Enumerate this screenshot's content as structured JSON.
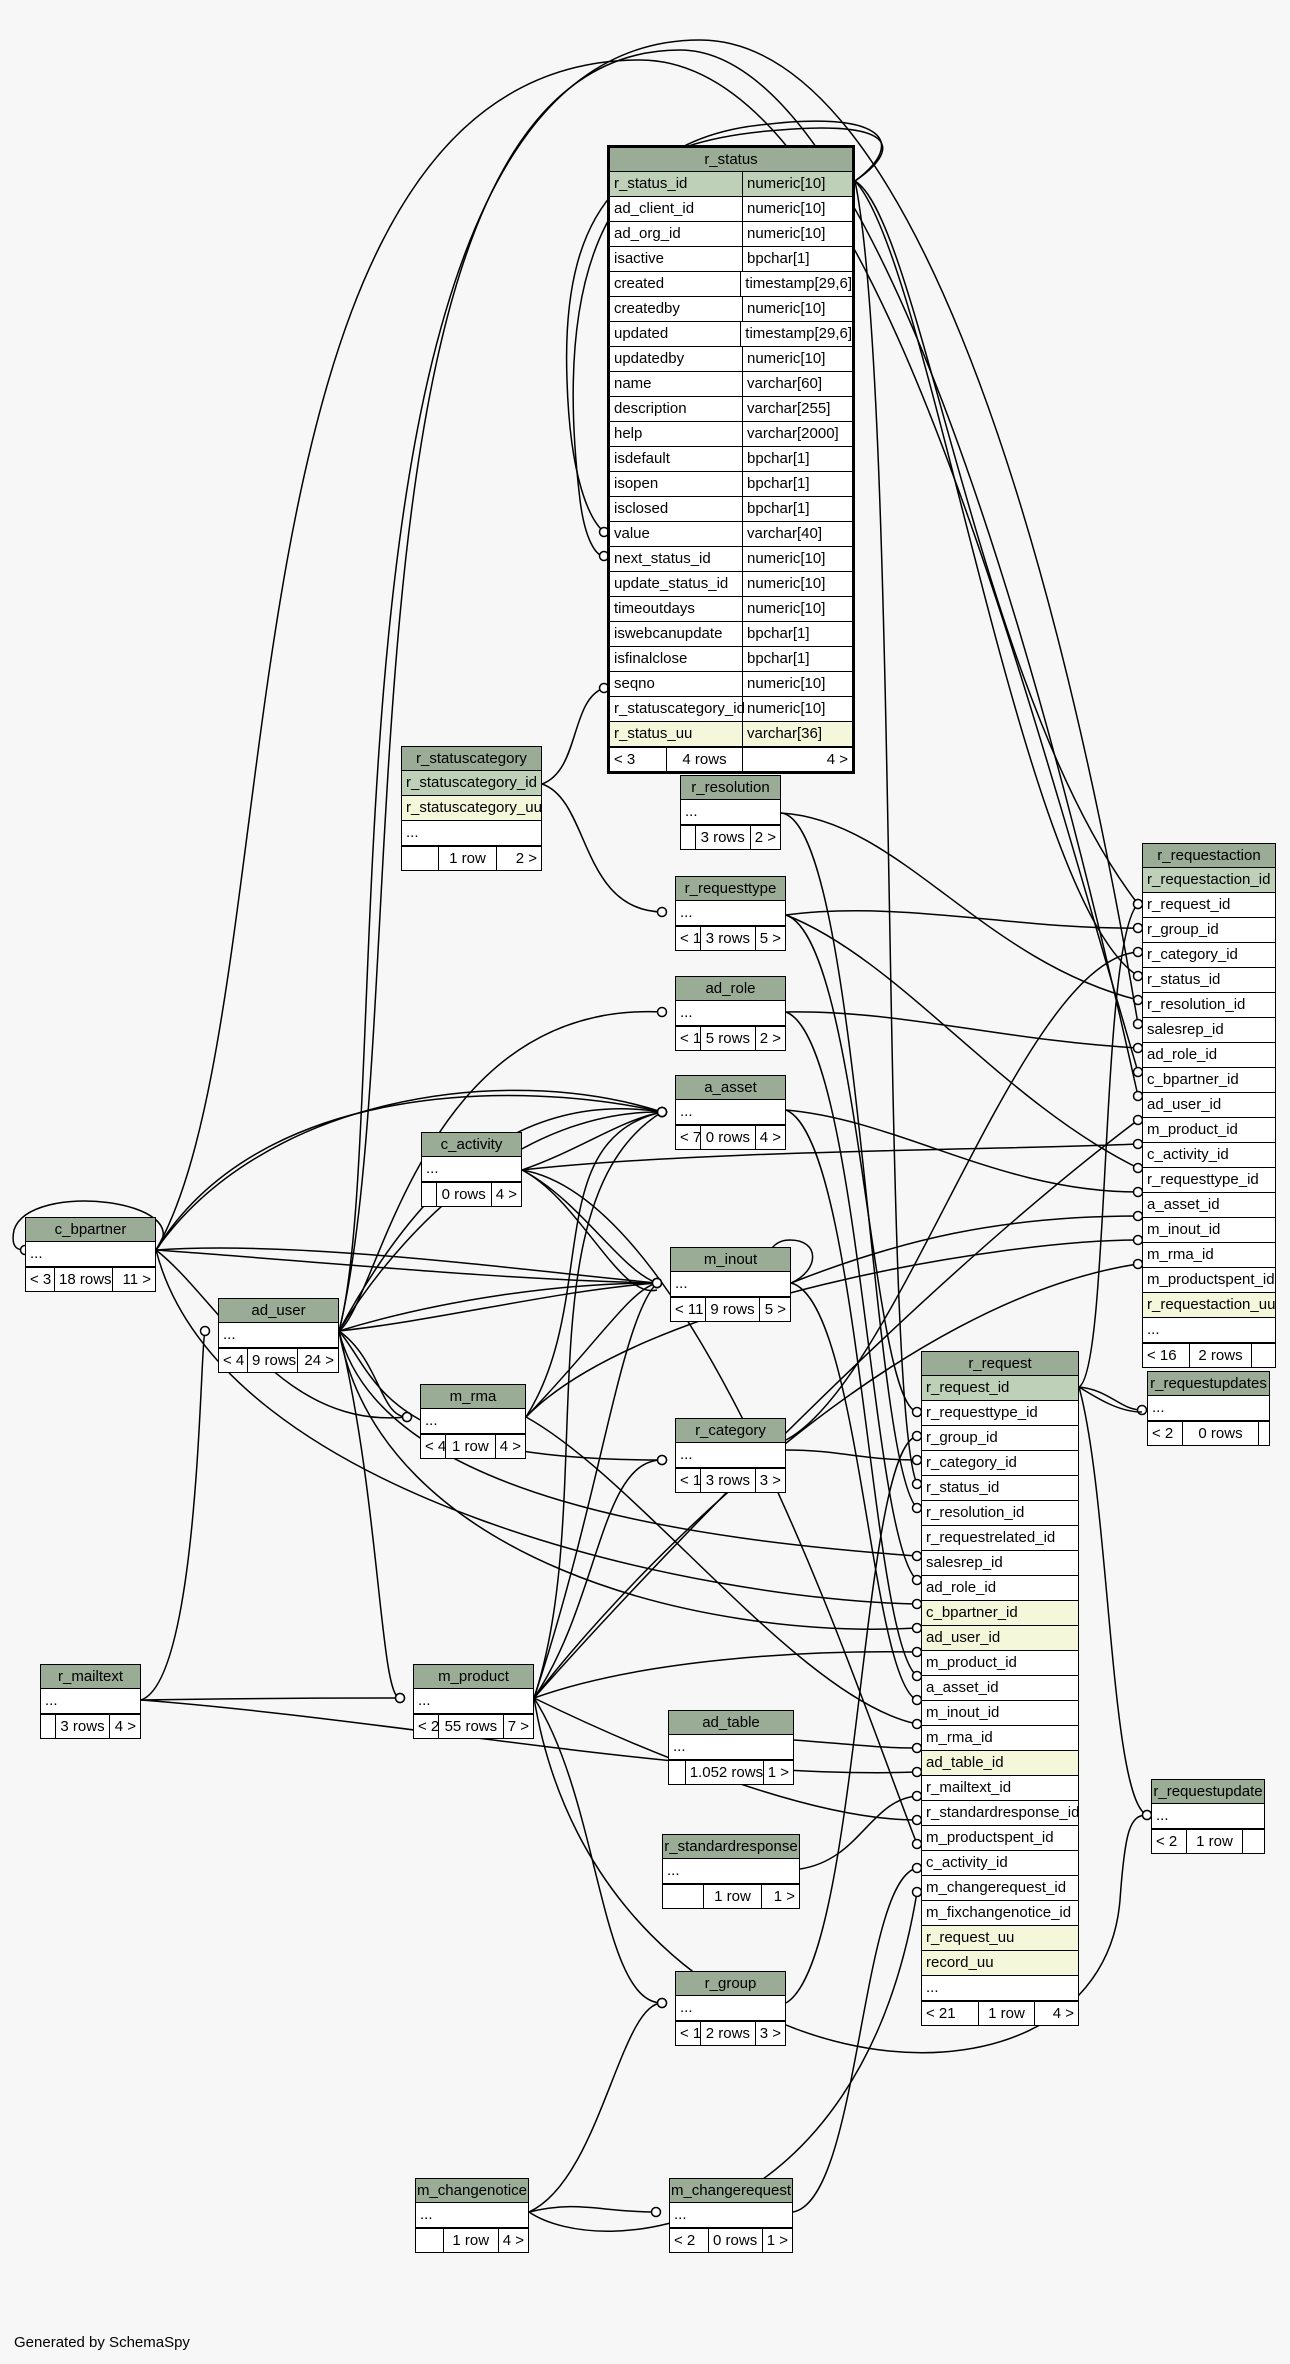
{
  "footer": "Generated by SchemaSpy",
  "tables": {
    "r_status": {
      "title": "r_status",
      "columns": [
        {
          "name": "r_status_id",
          "type": "numeric[10]"
        },
        {
          "name": "ad_client_id",
          "type": "numeric[10]"
        },
        {
          "name": "ad_org_id",
          "type": "numeric[10]"
        },
        {
          "name": "isactive",
          "type": "bpchar[1]"
        },
        {
          "name": "created",
          "type": "timestamp[29,6]"
        },
        {
          "name": "createdby",
          "type": "numeric[10]"
        },
        {
          "name": "updated",
          "type": "timestamp[29,6]"
        },
        {
          "name": "updatedby",
          "type": "numeric[10]"
        },
        {
          "name": "name",
          "type": "varchar[60]"
        },
        {
          "name": "description",
          "type": "varchar[255]"
        },
        {
          "name": "help",
          "type": "varchar[2000]"
        },
        {
          "name": "isdefault",
          "type": "bpchar[1]"
        },
        {
          "name": "isopen",
          "type": "bpchar[1]"
        },
        {
          "name": "isclosed",
          "type": "bpchar[1]"
        },
        {
          "name": "value",
          "type": "varchar[40]"
        },
        {
          "name": "next_status_id",
          "type": "numeric[10]"
        },
        {
          "name": "update_status_id",
          "type": "numeric[10]"
        },
        {
          "name": "timeoutdays",
          "type": "numeric[10]"
        },
        {
          "name": "iswebcanupdate",
          "type": "bpchar[1]"
        },
        {
          "name": "isfinalclose",
          "type": "bpchar[1]"
        },
        {
          "name": "seqno",
          "type": "numeric[10]"
        },
        {
          "name": "r_statuscategory_id",
          "type": "numeric[10]"
        },
        {
          "name": "r_status_uu",
          "type": "varchar[36]"
        }
      ],
      "stats": [
        "< 3",
        "4 rows",
        "4 >"
      ]
    },
    "r_statuscategory": {
      "title": "r_statuscategory",
      "rows": [
        "r_statuscategory_id",
        "r_statuscategory_uu",
        "..."
      ],
      "stats": [
        "",
        "1 row",
        "2 >"
      ]
    },
    "r_resolution": {
      "title": "r_resolution",
      "rows": [
        "..."
      ],
      "stats": [
        "",
        "3 rows",
        "2 >"
      ]
    },
    "r_requesttype": {
      "title": "r_requesttype",
      "rows": [
        "..."
      ],
      "stats": [
        "< 1",
        "3 rows",
        "5 >"
      ]
    },
    "ad_role": {
      "title": "ad_role",
      "rows": [
        "..."
      ],
      "stats": [
        "< 1",
        "5 rows",
        "2 >"
      ]
    },
    "a_asset": {
      "title": "a_asset",
      "rows": [
        "..."
      ],
      "stats": [
        "< 7",
        "0 rows",
        "4 >"
      ]
    },
    "c_activity": {
      "title": "c_activity",
      "rows": [
        "..."
      ],
      "stats": [
        "",
        "0 rows",
        "4 >"
      ]
    },
    "c_bpartner": {
      "title": "c_bpartner",
      "rows": [
        "..."
      ],
      "stats": [
        "< 3",
        "18 rows",
        "11 >"
      ]
    },
    "ad_user": {
      "title": "ad_user",
      "rows": [
        "..."
      ],
      "stats": [
        "< 4",
        "9 rows",
        "24 >"
      ]
    },
    "m_inout": {
      "title": "m_inout",
      "rows": [
        "..."
      ],
      "stats": [
        "< 11",
        "9 rows",
        "5 >"
      ]
    },
    "m_rma": {
      "title": "m_rma",
      "rows": [
        "..."
      ],
      "stats": [
        "< 4",
        "1 row",
        "4 >"
      ]
    },
    "r_category": {
      "title": "r_category",
      "rows": [
        "..."
      ],
      "stats": [
        "< 1",
        "3 rows",
        "3 >"
      ]
    },
    "r_mailtext": {
      "title": "r_mailtext",
      "rows": [
        "..."
      ],
      "stats": [
        "",
        "3 rows",
        "4 >"
      ]
    },
    "m_product": {
      "title": "m_product",
      "rows": [
        "..."
      ],
      "stats": [
        "< 2",
        "55 rows",
        "7 >"
      ]
    },
    "ad_table": {
      "title": "ad_table",
      "rows": [
        "..."
      ],
      "stats": [
        "",
        "1.052 rows",
        "1 >"
      ]
    },
    "r_standardresponse": {
      "title": "r_standardresponse",
      "rows": [
        "..."
      ],
      "stats": [
        "",
        "1 row",
        "1 >"
      ]
    },
    "r_group": {
      "title": "r_group",
      "rows": [
        "..."
      ],
      "stats": [
        "< 1",
        "2 rows",
        "3 >"
      ]
    },
    "m_changenotice": {
      "title": "m_changenotice",
      "rows": [
        "..."
      ],
      "stats": [
        "",
        "1 row",
        "4 >"
      ]
    },
    "m_changerequest": {
      "title": "m_changerequest",
      "rows": [
        "..."
      ],
      "stats": [
        "< 2",
        "0 rows",
        "1 >"
      ]
    },
    "r_requestaction": {
      "title": "r_requestaction",
      "rows": [
        "r_requestaction_id",
        "r_request_id",
        "r_group_id",
        "r_category_id",
        "r_status_id",
        "r_resolution_id",
        "salesrep_id",
        "ad_role_id",
        "c_bpartner_id",
        "ad_user_id",
        "m_product_id",
        "c_activity_id",
        "r_requesttype_id",
        "a_asset_id",
        "m_inout_id",
        "m_rma_id",
        "m_productspent_id",
        "r_requestaction_uu",
        "..."
      ],
      "stats": [
        "< 16",
        "2 rows",
        ""
      ]
    },
    "r_requestupdates": {
      "title": "r_requestupdates",
      "rows": [
        "..."
      ],
      "stats": [
        "< 2",
        "0 rows",
        ""
      ]
    },
    "r_request": {
      "title": "r_request",
      "rows": [
        "r_request_id",
        "r_requesttype_id",
        "r_group_id",
        "r_category_id",
        "r_status_id",
        "r_resolution_id",
        "r_requestrelated_id",
        "salesrep_id",
        "ad_role_id",
        "c_bpartner_id",
        "ad_user_id",
        "m_product_id",
        "a_asset_id",
        "m_inout_id",
        "m_rma_id",
        "ad_table_id",
        "r_mailtext_id",
        "r_standardresponse_id",
        "m_productspent_id",
        "c_activity_id",
        "m_changerequest_id",
        "m_fixchangenotice_id",
        "r_request_uu",
        "record_uu",
        "..."
      ],
      "stats": [
        "< 21",
        "1 row",
        "4 >"
      ]
    },
    "r_requestupdate": {
      "title": "r_requestupdate",
      "rows": [
        "..."
      ],
      "stats": [
        "< 2",
        "1 row",
        ""
      ]
    }
  }
}
